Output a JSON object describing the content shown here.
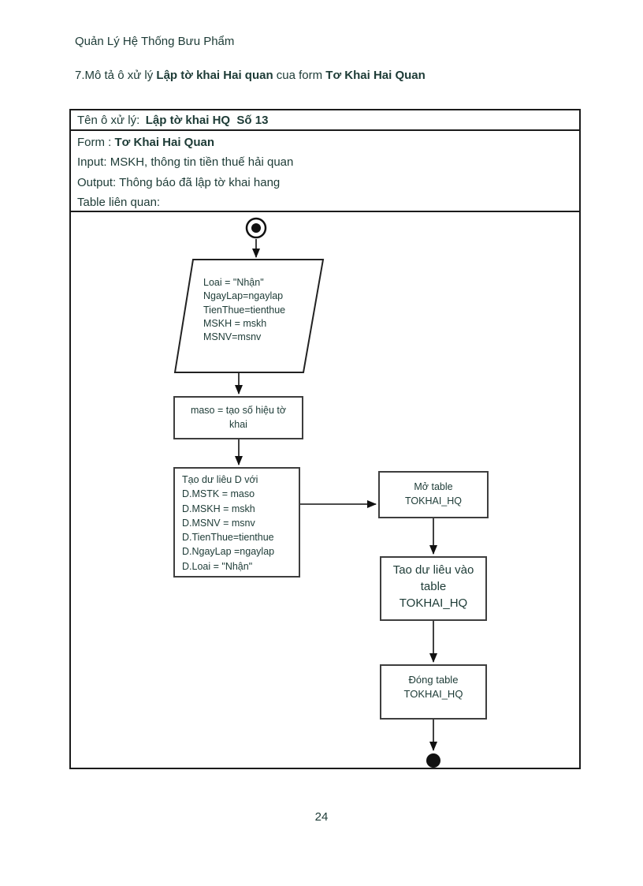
{
  "page": {
    "header": "Quản Lý Hệ Thống Bưu Phẩm",
    "title": {
      "prefix": "7.Mô tả ô xử lý ",
      "bold1": "Lập tờ khai Hai quan",
      "middle": " cua form ",
      "bold2": "Tơ Khai Hai Quan"
    },
    "page_number": "24"
  },
  "colors": {
    "text": "#1d3b36",
    "table_border": "#1b1b1b",
    "flow_box_border": "#3e3e3e",
    "flow_line": "#111111",
    "background": "#ffffff"
  },
  "spec_table": {
    "row1": {
      "label": "Tên ô xử lý:",
      "value": "Lập tờ khai HQ  Số 13"
    },
    "row2": {
      "form_label": "Form : ",
      "form_value": "Tơ Khai Hai Quan",
      "input_line": "Input: MSKH, thông tin tiền thuế hải quan",
      "output_line": "Output: Thông báo đã lập tờ khai hang",
      "tables_line": "Table liên quan:"
    }
  },
  "flowchart": {
    "start_node": "start-state",
    "end_node": "end-state",
    "input_parallelogram": {
      "lines": [
        "Loai = \"Nhận\"",
        "NgayLap=ngaylap",
        "TienThue=tienthue",
        "MSKH = mskh",
        "MSNV=msnv"
      ]
    },
    "maso_box": {
      "lines": [
        "maso = tạo số hiệu tờ",
        "khai"
      ]
    },
    "create_data_box": {
      "lines": [
        "Tạo dư liêu D với",
        "D.MSTK = maso",
        "D.MSKH = mskh",
        "D.MSNV = msnv",
        "D.TienThue=tienthue",
        "D.NgayLap =ngaylap",
        "D.Loai = \"Nhận\""
      ]
    },
    "open_table_box": {
      "lines": [
        "Mở table",
        "TOKHAI_HQ"
      ]
    },
    "insert_table_box": {
      "lines": [
        "Tao dư liêu vào",
        "table",
        "TOKHAI_HQ"
      ]
    },
    "close_table_box": {
      "lines": [
        "Đóng table",
        "TOKHAI_HQ"
      ]
    }
  }
}
